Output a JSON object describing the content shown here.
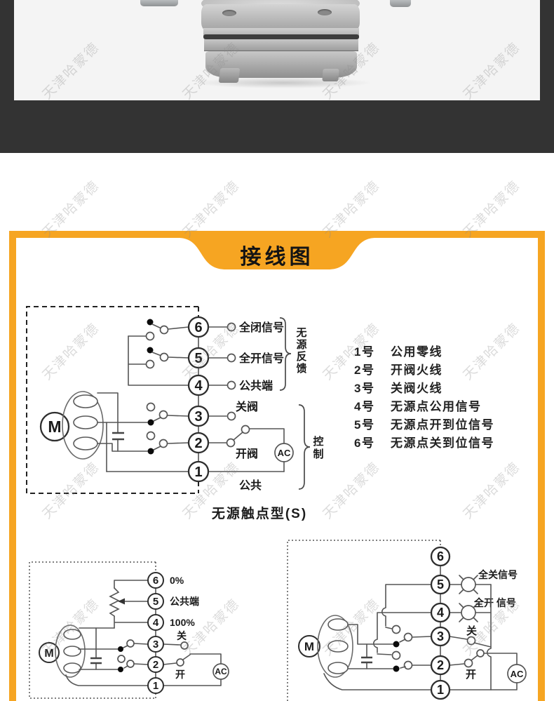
{
  "watermark": {
    "text": "天津哈蒙德"
  },
  "panel": {
    "title": "接线图",
    "accent_color": "#F6A522",
    "band_color": "#333333"
  },
  "main_diagram": {
    "caption": "无源触点型(S)",
    "terminals": [
      "6",
      "5",
      "4",
      "3",
      "2",
      "1"
    ],
    "labels": {
      "t6": "全闭信号",
      "t5": "全开信号",
      "t4": "公共端",
      "t3": "关阀",
      "t2": "开阀",
      "t1": "公共",
      "feedback_brace": "无源反馈",
      "control_brace": "控制",
      "motor": "M",
      "ac": "AC"
    }
  },
  "terminal_legend": {
    "items": [
      {
        "no": "1号",
        "desc": "公用零线"
      },
      {
        "no": "2号",
        "desc": "开阀火线"
      },
      {
        "no": "3号",
        "desc": "关阀火线"
      },
      {
        "no": "4号",
        "desc": "无源点公用信号"
      },
      {
        "no": "5号",
        "desc": "无源点开到位信号"
      },
      {
        "no": "6号",
        "desc": "无源点关到位信号"
      }
    ]
  },
  "bottom_left_diagram": {
    "terminals": [
      "6",
      "5",
      "4",
      "3",
      "2",
      "1"
    ],
    "labels": {
      "t6": "0%",
      "t5": "公共端",
      "t4": "100%",
      "t3": "关",
      "t2": "开",
      "motor": "M",
      "ac": "AC"
    }
  },
  "bottom_right_diagram": {
    "terminals": [
      "6",
      "5",
      "4",
      "3",
      "2",
      "1"
    ],
    "labels": {
      "t5": "全关信号",
      "t4": "全开 信号",
      "t3": "关",
      "t2": "开",
      "motor": "M",
      "ac": "AC"
    }
  }
}
